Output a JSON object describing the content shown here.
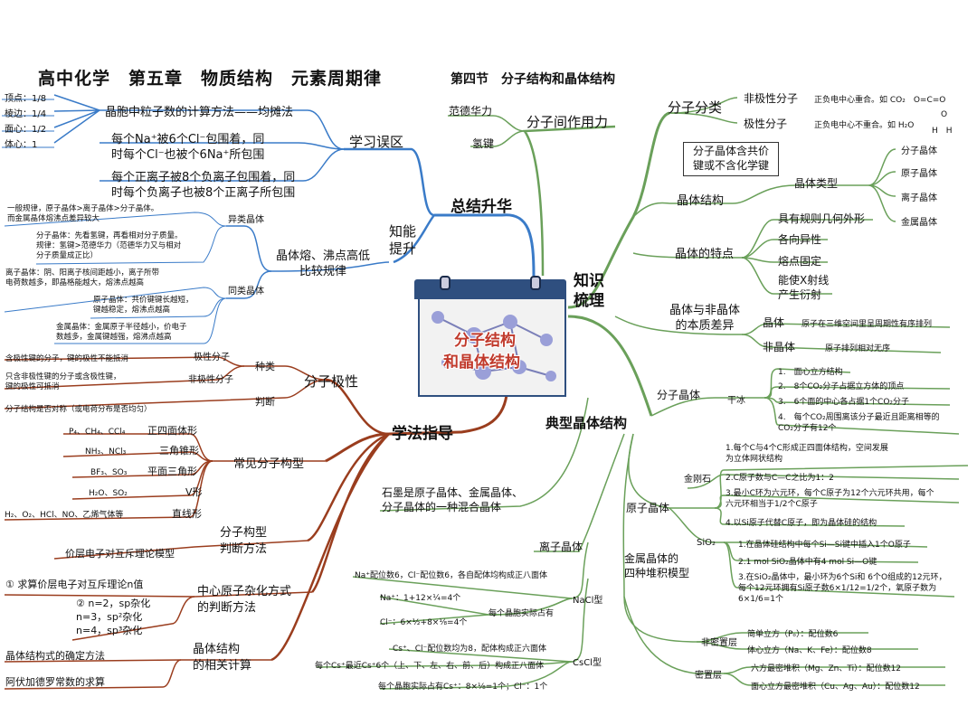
{
  "header": {
    "title": "高中化学　第五章　物质结构　元素周期律",
    "section": "第四节　分子结构和晶体结构"
  },
  "center": {
    "line1": "分子结构",
    "line2": "和晶体结构"
  },
  "main": {
    "summary": "总结升华",
    "knowledge": "知识\n梳理",
    "method": "学法指导",
    "typical": "典型晶体结构"
  },
  "learn_error": {
    "title": "学习误区",
    "method": "晶胞中粒子数的计算方法——均摊法",
    "counts": [
      "顶点：1/8",
      "棱边：1/4",
      "面心：1/2",
      "体心：1"
    ],
    "nacl": [
      "每个Na⁺被6个Cl⁻包围着，同",
      "时每个Cl⁻也被个6Na⁺所包围"
    ],
    "ions": [
      "每个正离子被8个负离子包围着，同",
      "时每个负离子也被8个正离子所包围"
    ]
  },
  "ability": {
    "title": "知能\n提升",
    "melt": "晶体熔、沸点高低\n比较规律",
    "diff": "异类晶体",
    "same": "同类晶体",
    "diff_1": "一般规律，原子晶体>离子晶体>分子晶体。\n而金属晶体熔沸点差异较大",
    "diff_2": "分子晶体：先看氢键，再看相对分子质量。\n规律：氢键>范德华力（范德华力又与相对\n分子质量成正比）",
    "same_1": "离子晶体：阴、阳离子核间距越小，离子所带\n电荷数越多，即晶格能越大，熔沸点越高",
    "same_2": "原子晶体：共价键键长越短，\n键越稳定，熔沸点越高",
    "same_3": "金属晶体：金属原子半径越小，价电子\n数越多，金属键越强，熔沸点越高"
  },
  "intermolecular": {
    "title": "分子间作用力",
    "items": [
      "范德华力",
      "氢键"
    ]
  },
  "knowledge": {
    "classify": "分子分类",
    "nonpolar": "非极性分子",
    "nonpolar_desc": "正负电中心重合。如 CO₂　O=C=O",
    "polar": "极性分子",
    "polar_desc": "正负电中心不重合。如 H₂O",
    "water_o": "O",
    "water_h": "H　H",
    "callout": "分子晶体含共价\n键或不含化学键",
    "structure": "晶体结构",
    "types_title": "晶体类型",
    "types": [
      "分子晶体",
      "原子晶体",
      "离子晶体",
      "金属晶体"
    ],
    "features_title": "晶体的特点",
    "features": [
      "具有规则几何外形",
      "各向异性",
      "熔点固定",
      "能使X射线\n产生衍射"
    ],
    "essence": "晶体与非晶体\n的本质差异",
    "crystal": "晶体",
    "crystal_desc": "原子在三维空间里呈周期性有序排列",
    "amorphous": "非晶体",
    "amorphous_desc": "原子排列相对无序"
  },
  "typical": {
    "mol_crystal": "分子晶体",
    "dry_ice": "干冰",
    "dry_items": [
      "1.　面心立方结构",
      "2.　8个CO₂分子占据立方体的顶点",
      "3.　6个面的中心各占据1个CO₂分子",
      "4.　每个CO₂周围离该分子最近且距离相等的\nCO₂分子有12个"
    ],
    "atom_crystal": "原子晶体",
    "diamond": "金刚石",
    "diamond_items": [
      "1.每个C与4个C形成正四面体结构，空间发展\n为立体网状结构",
      "2.C原子数与C—C之比为1：2",
      "3.最小C环为六元环，每个C原子为12个六元环共用，每个\n六元环相当于1/2个C原子",
      "4.以Si原子代替C原子，即为晶体硅的结构"
    ],
    "sio2": "SiO₂",
    "sio2_items": [
      "1.在晶体硅结构中每个Si—Si键中插入1个O原子",
      "2.1 mol SiO₂晶体中有4 mol Si—O键",
      "3.在SiO₂晶体中，最小环为6个Si和 6个O组成的12元环，\n每个12元环拥有Si原子数6×1/12=1/2个，氧原子数为\n6×1/6=1个"
    ],
    "metal": "金属晶体的\n四种堆积模型",
    "nondense": "非密置层",
    "nondense_items": [
      "简单立方（Pₒ）：配位数6",
      "体心立方（Na、K、Fe）：配位数8"
    ],
    "dense": "密置层",
    "dense_items": [
      "六方最密堆积（Mg、Zn、Ti）：配位数12",
      "面心立方最密堆积（Cu、Ag、Au）：配位数12"
    ],
    "ionic": "离子晶体",
    "nacl_type": "NaCl型",
    "nacl_top": "Na⁺配位数6，Cl⁻配位数6，各自配体均构成正八面体",
    "nacl_na": "Na⁺：1+12×¼=4个",
    "nacl_cl": "Cl⁻：6×½+8×⅛=4个",
    "nacl_cell": "每个晶胞实际占有",
    "cscl_type": "CsCl型",
    "cscl_top": "Cs⁺、Cl⁻配位数均为8，配体构成正六面体",
    "cscl_mid": "每个Cs⁺最近Cs⁺6个（上、下、左、右、前、后）构成正八面体",
    "cscl_bot": "每个晶胞实际占有Cs⁺：8×⅛=1个；Cl⁻：1个",
    "graphite": "石墨是原子晶体、金属晶体、\n分子晶体的一种混合晶体"
  },
  "method": {
    "polarity": "分子极性",
    "kinds": "种类",
    "polar_mol": "极性分子",
    "polar_mol_desc": "含极性键的分子，键的极性不能抵消",
    "nonpolar_mol": "非极性分子",
    "nonpolar_mol_desc": "只含非极性键的分子或含极性键，\n键的极性可抵消",
    "judge": "判断",
    "judge_desc": "分子结构是否对称（或电荷分布是否均匀）",
    "shapes_title": "常见分子构型",
    "shapes": [
      {
        "mol": "P₄、CH₄、CCl₄",
        "shape": "正四面体形"
      },
      {
        "mol": "NH₃、NCl₃",
        "shape": "三角锥形"
      },
      {
        "mol": "BF₃、SO₃",
        "shape": "平面三角形"
      },
      {
        "mol": "H₂O、SO₂",
        "shape": "V形"
      },
      {
        "mol": "H₂、O₂、HCl、NO、乙烯气体等",
        "shape": "直线形"
      }
    ],
    "judge_method": "分子构型\n判断方法",
    "vsepr": "价层电子对互斥理论模型",
    "hybrid_title": "中心原子杂化方式\n的判断方法",
    "hybrid_1": "①  求算价层电子对互斥理论n值",
    "hybrid_2": "②  n=2，sp杂化\n    n=3，sp²杂化\n    n=4，sp³杂化",
    "calc_title": "晶体结构\n的相关计算",
    "calc_1": "晶体结构式的确定方法",
    "calc_2": "阿伏加德罗常数的求算"
  },
  "colors": {
    "blue": "#3a7bc8",
    "green": "#6aa05a",
    "brown": "#9a3d1e",
    "red": "#c0392b"
  }
}
